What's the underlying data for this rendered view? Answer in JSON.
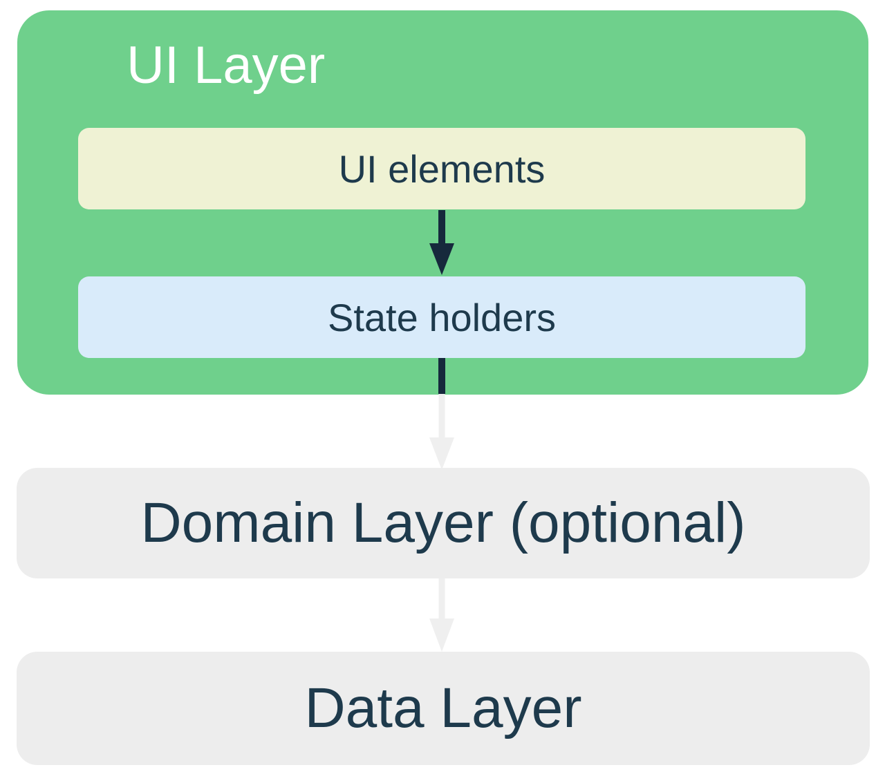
{
  "diagram": {
    "ui_layer": {
      "title": "UI Layer",
      "children": [
        {
          "label": "UI elements"
        },
        {
          "label": "State holders"
        }
      ]
    },
    "domain_layer": {
      "label": "Domain Layer (optional)"
    },
    "data_layer": {
      "label": "Data Layer"
    },
    "arrows": [
      {
        "name": "arrow-ui-elements-to-state-holders",
        "direction": "down",
        "color": "#16293C"
      },
      {
        "name": "arrow-state-holders-to-domain-layer",
        "direction": "down",
        "color": "#16293C to #EFEFEF"
      },
      {
        "name": "arrow-domain-layer-to-data-layer",
        "direction": "down",
        "color": "#EFEFEF"
      }
    ],
    "colors": {
      "ui_layer_bg": "#6FD08C",
      "ui_elements_bg": "#EFF2D4",
      "state_holders_bg": "#D9EBFA",
      "gray_layer_bg": "#EDEDED",
      "text_dark": "#1E3A4C",
      "title_text": "#FFFFFF",
      "dark_arrow": "#16293C",
      "gray_arrow": "#EFEFEF",
      "page_bg": "#FFFFFF"
    }
  }
}
